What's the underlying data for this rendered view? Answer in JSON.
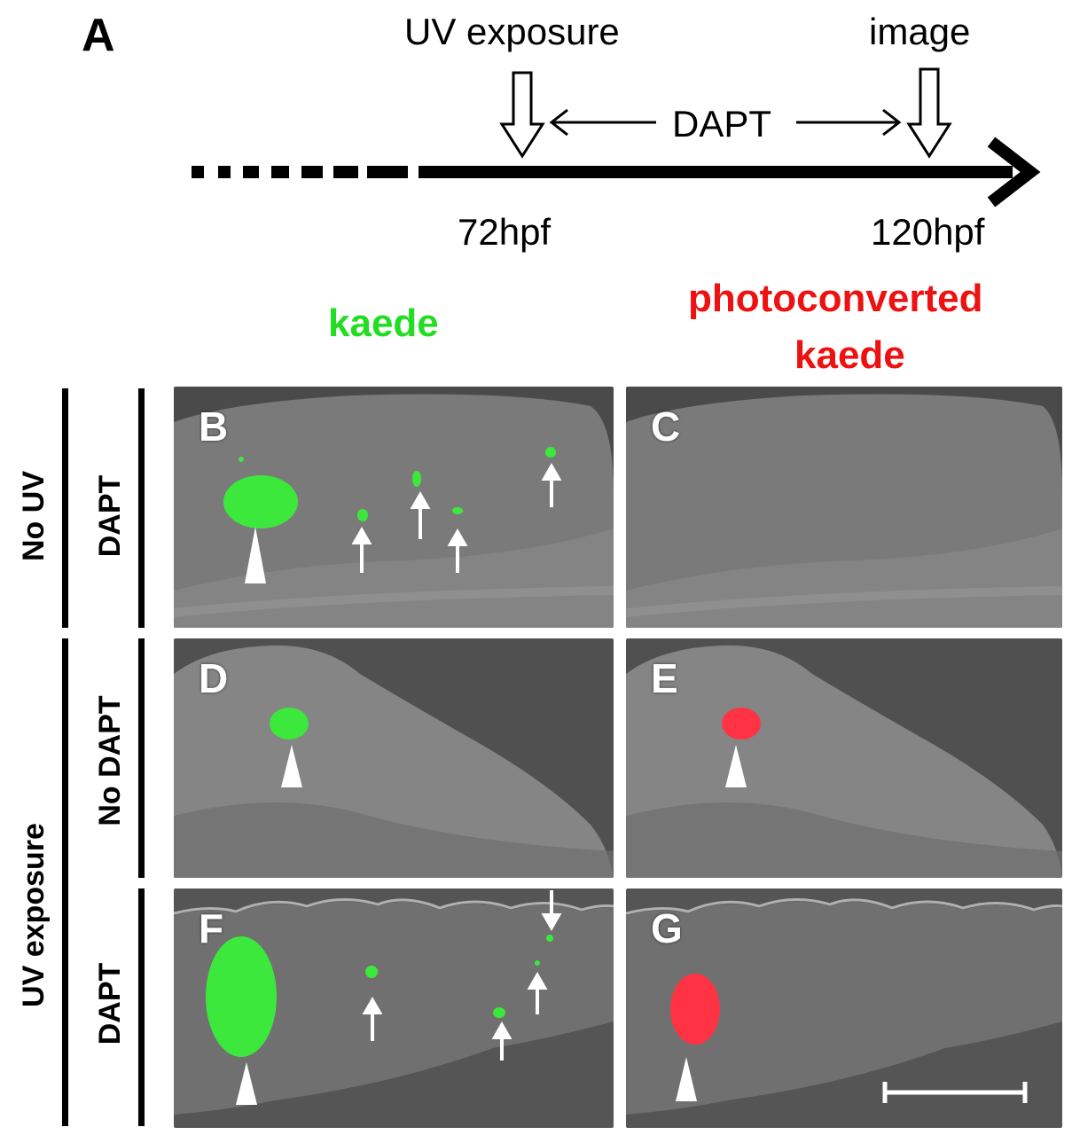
{
  "timeline": {
    "panel_letter": "A",
    "uv_label": "UV exposure",
    "image_label": "image",
    "dapt_label": "DAPT",
    "start_label": "72hpf",
    "end_label": "120hpf"
  },
  "columns": {
    "left_header": "kaede",
    "right_header_line1": "photoconverted",
    "right_header_line2": "kaede",
    "left_color": "#22dd22",
    "right_color": "#ee1111"
  },
  "rows": {
    "outer_no_uv": "No UV",
    "outer_uv": "UV exposure",
    "row1": "DAPT",
    "row2": "No DAPT",
    "row3": "DAPT"
  },
  "panels": {
    "B": "B",
    "C": "C",
    "D": "D",
    "E": "E",
    "F": "F",
    "G": "G"
  },
  "colors": {
    "tissue": "#6e6e6e",
    "background_dark": "#3c3c3c",
    "green": "#3ce83c",
    "red": "#ff3344"
  }
}
